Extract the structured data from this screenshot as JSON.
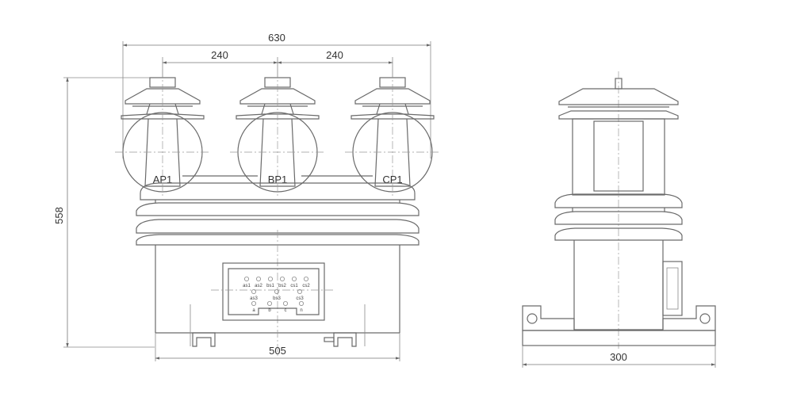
{
  "dimensions": {
    "overall_width": "630",
    "pitch_left": "240",
    "pitch_right": "240",
    "height": "558",
    "base_width": "505",
    "side_width": "300"
  },
  "phases": [
    "AP1",
    "BP1",
    "CP1"
  ],
  "terminals": {
    "row1": [
      "as1",
      "as2",
      "bs1",
      "bs2",
      "cs1",
      "cs2"
    ],
    "row2": [
      "as3",
      "bs3",
      "cs3"
    ],
    "row3": [
      "a",
      "b",
      "c",
      "n"
    ]
  }
}
